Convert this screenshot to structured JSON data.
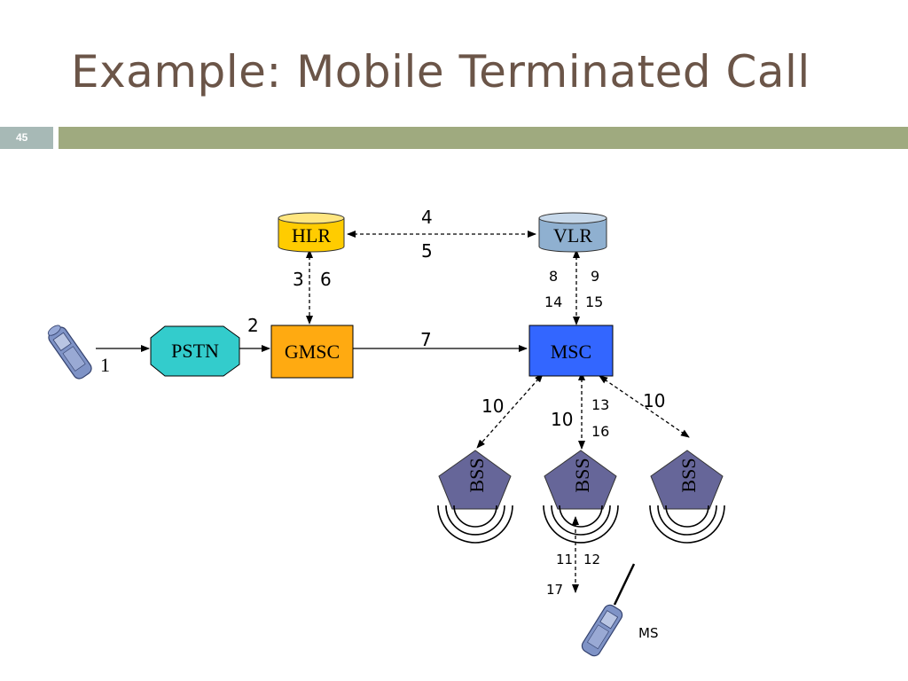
{
  "slide": {
    "title": "Example: Mobile Terminated Call",
    "number": "45"
  },
  "colors": {
    "title": "#6b5548",
    "top_bar": "#9faa7f",
    "slide_number_box": "#a7b9b6",
    "hlr": "#ffcc00",
    "vlr": "#8fb0d0",
    "pstn": "#33cccc",
    "gmsc": "#ffaa11",
    "msc": "#3366ff",
    "bss": "#666699"
  },
  "nodes": {
    "hlr": "HLR",
    "vlr": "VLR",
    "pstn": "PSTN",
    "gmsc": "GMSC",
    "msc": "MSC",
    "bss_left": "BSS",
    "bss_center": "BSS",
    "bss_right": "BSS",
    "ms": "MS"
  },
  "steps": {
    "s1": "1",
    "s2": "2",
    "s3": "3",
    "s4": "4",
    "s5": "5",
    "s6": "6",
    "s7": "7",
    "s8": "8",
    "s9": "9",
    "s10_left": "10",
    "s10_center": "10",
    "s10_right": "10",
    "s11": "11",
    "s12": "12",
    "s13": "13",
    "s14": "14",
    "s15": "15",
    "s16": "16",
    "s17": "17"
  }
}
